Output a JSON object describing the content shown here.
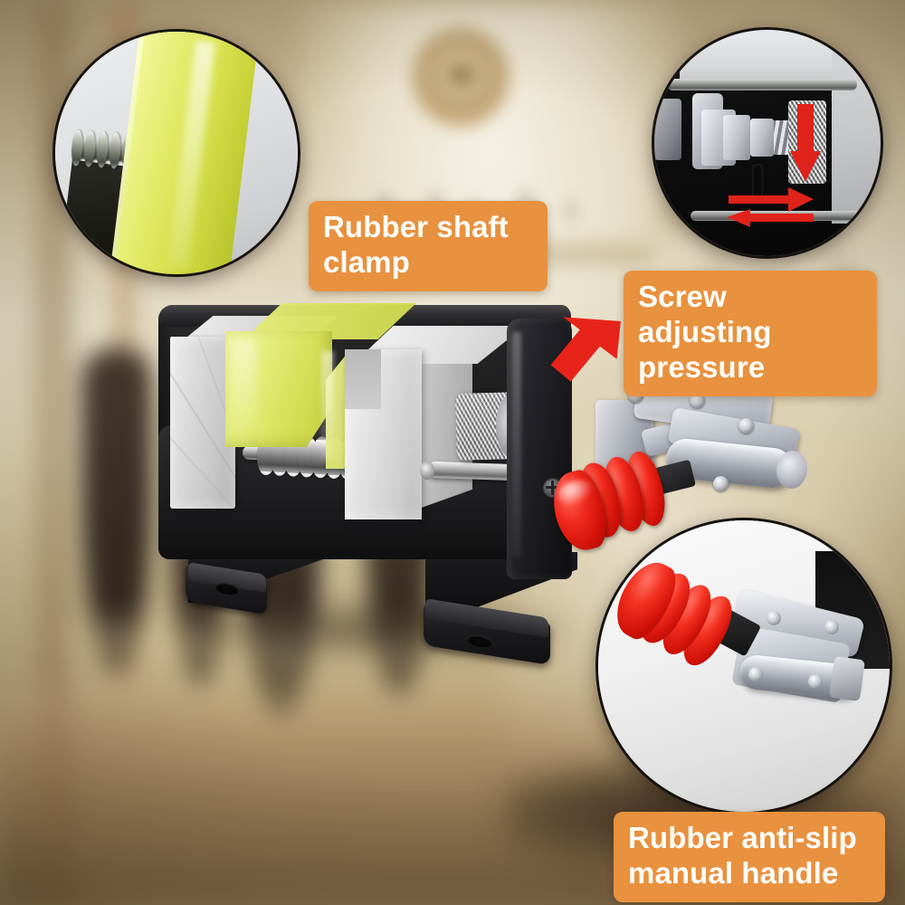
{
  "product": {
    "name": "bench-drill-press-flat-jaw-vise",
    "jaw_material": "aluminium",
    "pad_color": "#d9e352",
    "body_color": "#1d1d1e",
    "handle_color": "#f12a1c",
    "hardware_color": "#bcc0c8"
  },
  "theme": {
    "label_background": "#e8913f",
    "label_text_color": "#fffdf8",
    "arrow_color": "#e8241a",
    "background_color": "#b3a07a",
    "inset_border_color": "#15120f"
  },
  "callouts": [
    {
      "id": "label-1",
      "text": "Rubber shaft\nclamp",
      "target": "top-left-inset"
    },
    {
      "id": "label-2",
      "text": "Screw adjusting\npressure",
      "target": "adjusting-screw-knob"
    },
    {
      "id": "label-3",
      "text": "Rubber anti-slip\nmanual handle",
      "target": "bottom-right-inset"
    }
  ],
  "insets": [
    {
      "id": "inset-top-left",
      "subject": "rubber-shaft-clamp-closeup",
      "description": "Yellow-green rubber clamp pad with coil spring on steel shaft"
    },
    {
      "id": "inset-top-right",
      "subject": "adjusting-screw-closeup",
      "description": "Knurled adjusting screw with nuts and threaded rod; red arrows show turn and travel directions"
    },
    {
      "id": "inset-bottom-right",
      "subject": "manual-handle-closeup",
      "description": "Red ribbed rubber anti-slip handle on chrome toggle clamp"
    }
  ],
  "arrows": {
    "main_callout": {
      "direction": "down-left",
      "color": "#e8241a"
    },
    "inset_knob_turn": {
      "direction": "down",
      "color": "#e0231a"
    },
    "inset_travel_right": {
      "direction": "right",
      "color": "#e0231a"
    },
    "inset_travel_left": {
      "direction": "left",
      "color": "#e0231a"
    }
  },
  "background": {
    "scene": "blurred-workshop-wall-with-tools-and-clock"
  }
}
